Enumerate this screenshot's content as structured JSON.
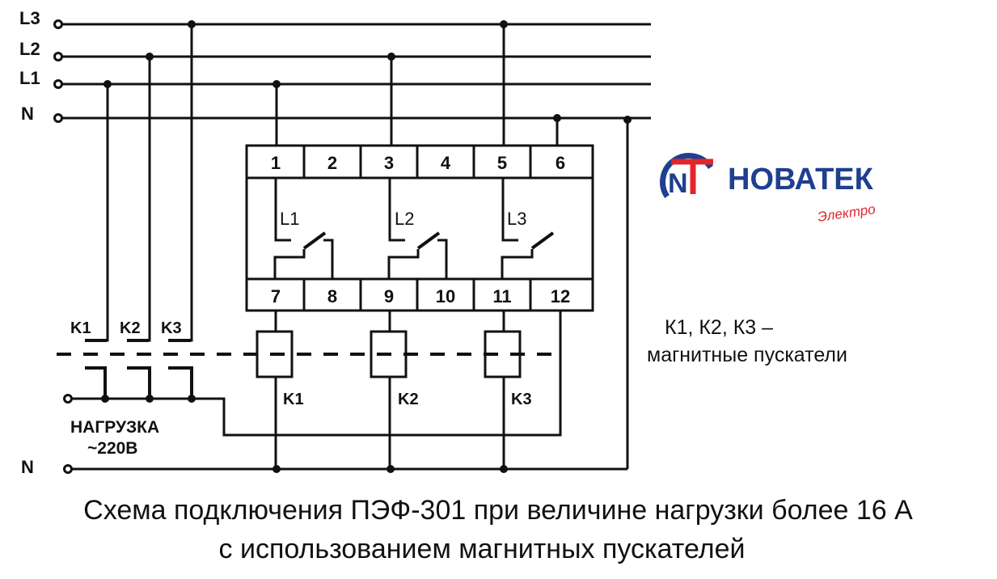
{
  "lines": {
    "l3": "L3",
    "l2": "L2",
    "l1": "L1",
    "n": "N",
    "n_bottom": "N"
  },
  "relay": {
    "top_terminals": [
      "1",
      "2",
      "3",
      "4",
      "5",
      "6"
    ],
    "bottom_terminals": [
      "7",
      "8",
      "9",
      "10",
      "11",
      "12"
    ],
    "phase_labels": [
      "L1",
      "L2",
      "L3"
    ]
  },
  "contacts": [
    "K1",
    "K2",
    "K3"
  ],
  "coils": [
    "K1",
    "K2",
    "K3"
  ],
  "load": {
    "line1": "НАГРУЗКА",
    "line2": "~220В"
  },
  "legend": {
    "line1": "К1, К2, К3 –",
    "line2": "магнитные пускатели"
  },
  "logo": {
    "name": "НОВАТЕК",
    "sub": "Электро",
    "mark": "NT",
    "colors": {
      "blue": "#1f3f8f",
      "red": "#e0262b"
    }
  },
  "caption": {
    "line1": "Схема подключения ПЭФ-301 при величине нагрузки более 16 А",
    "line2": "с использованием магнитных пускателей"
  }
}
